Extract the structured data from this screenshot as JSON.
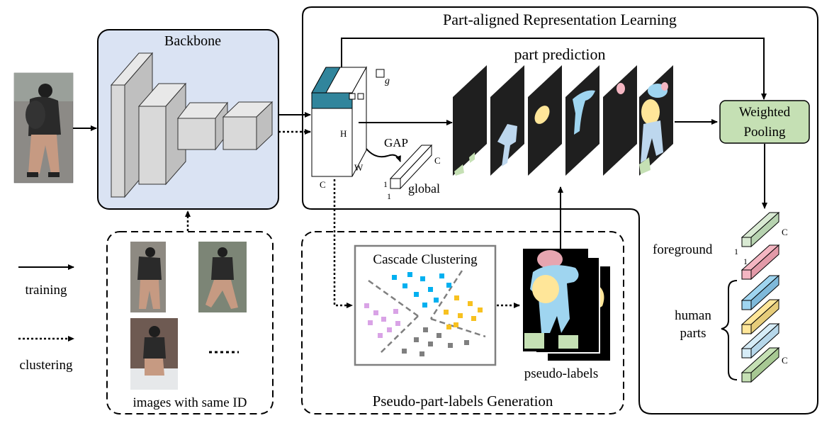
{
  "titles": {
    "backbone": "Backbone",
    "part_aligned": "Part-aligned Representation Learning",
    "part_prediction": "part prediction",
    "weighted_pooling_line1": "Weighted",
    "weighted_pooling_line2": "Pooling",
    "cascade_clustering": "Cascade  Clustering",
    "pseudo_labels": "pseudo-labels",
    "pseudo_generation": "Pseudo-part-labels Generation",
    "images_same_id": "images with same ID"
  },
  "feature_map": {
    "h": "H",
    "w": "W",
    "c": "C",
    "g": "g"
  },
  "gap": {
    "label": "GAP",
    "c": "C",
    "one_a": "1",
    "one_b": "1",
    "global": "global"
  },
  "outputs": {
    "foreground": "foreground",
    "one_a": "1",
    "one_b": "1",
    "c_top": "C",
    "human_parts_line1": "human",
    "human_parts_line2": "parts",
    "c_bottom": "C"
  },
  "legend": {
    "training": "training",
    "clustering": "clustering"
  },
  "colors": {
    "backbone_bg": "#dae3f3",
    "weighted_pooling_bg": "#c5e0b4",
    "feature_top": "#31859c",
    "mask_bg": "#1f1f1f",
    "part_blue": "#9fd5f0",
    "part_yellow": "#ffe699",
    "part_green": "#c5e0b4",
    "part_pink": "#f4b6c2",
    "part_lightblue": "#bdd7ee",
    "part_teal": "#d9ead3"
  }
}
